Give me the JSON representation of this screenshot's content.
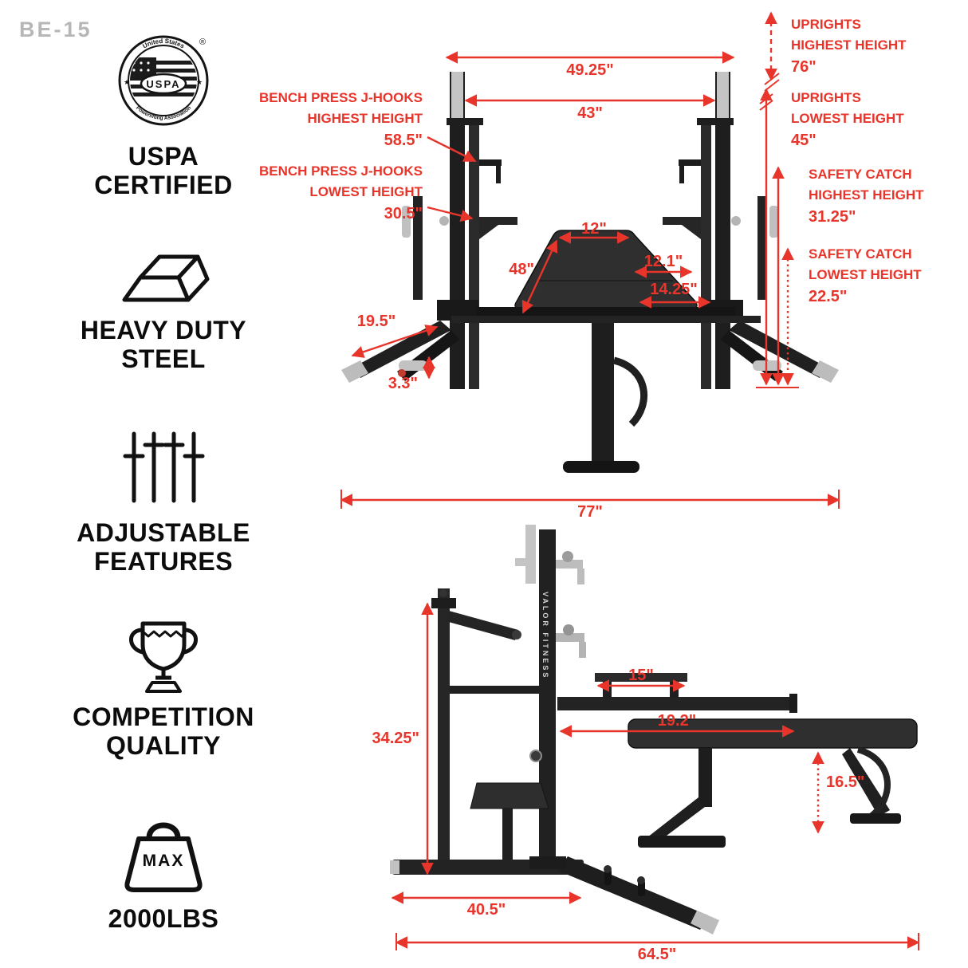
{
  "model": "BE-15",
  "colors": {
    "accent": "#e8352b",
    "frame_dark": "#1e1e1e",
    "silver": "#c2c2c2"
  },
  "sidebar": {
    "seal": {
      "top_text": "United States",
      "bottom_text": "Powerlifting Association",
      "center": "USPA",
      "reg": "®",
      "star": "★"
    },
    "features": {
      "cert": [
        "USPA",
        "CERTIFIED"
      ],
      "steel": [
        "HEAVY DUTY",
        "STEEL"
      ],
      "adjust": [
        "ADJUSTABLE",
        "FEATURES"
      ],
      "quality": [
        "COMPETITION",
        "QUALITY"
      ]
    },
    "max_icon_text": "MAX",
    "max_value": "2000LBS"
  },
  "front": {
    "w_top": "49.25\"",
    "w_inner": "43\"",
    "jhooks_high": [
      "BENCH PRESS J-HOOKS",
      "HIGHEST HEIGHT",
      "58.5\""
    ],
    "jhooks_low": [
      "BENCH PRESS J-HOOKS",
      "LOWEST HEIGHT",
      "30.5\""
    ],
    "uprights_high": [
      "UPRIGHTS",
      "HIGHEST HEIGHT",
      "76\""
    ],
    "uprights_low": [
      "UPRIGHTS",
      "LOWEST HEIGHT",
      "45\""
    ],
    "safety_high": [
      "SAFETY CATCH",
      "HIGHEST HEIGHT",
      "31.25\""
    ],
    "safety_low": [
      "SAFETY CATCH",
      "LOWEST HEIGHT",
      "22.5\""
    ],
    "pad_w": "12\"",
    "bench_len": "48\"",
    "pad_d1": "12.1\"",
    "pad_d2": "14.25\"",
    "foot_len": "19.5\"",
    "roller_h": "3.3\"",
    "w_overall": "77\""
  },
  "side": {
    "seat_len": "15\"",
    "rail_len": "19.2\"",
    "rack_h": "34.25\"",
    "bench_h": "16.5\"",
    "base_len": "40.5\"",
    "overall_len": "64.5\"",
    "brand": "VALOR FITNESS"
  }
}
